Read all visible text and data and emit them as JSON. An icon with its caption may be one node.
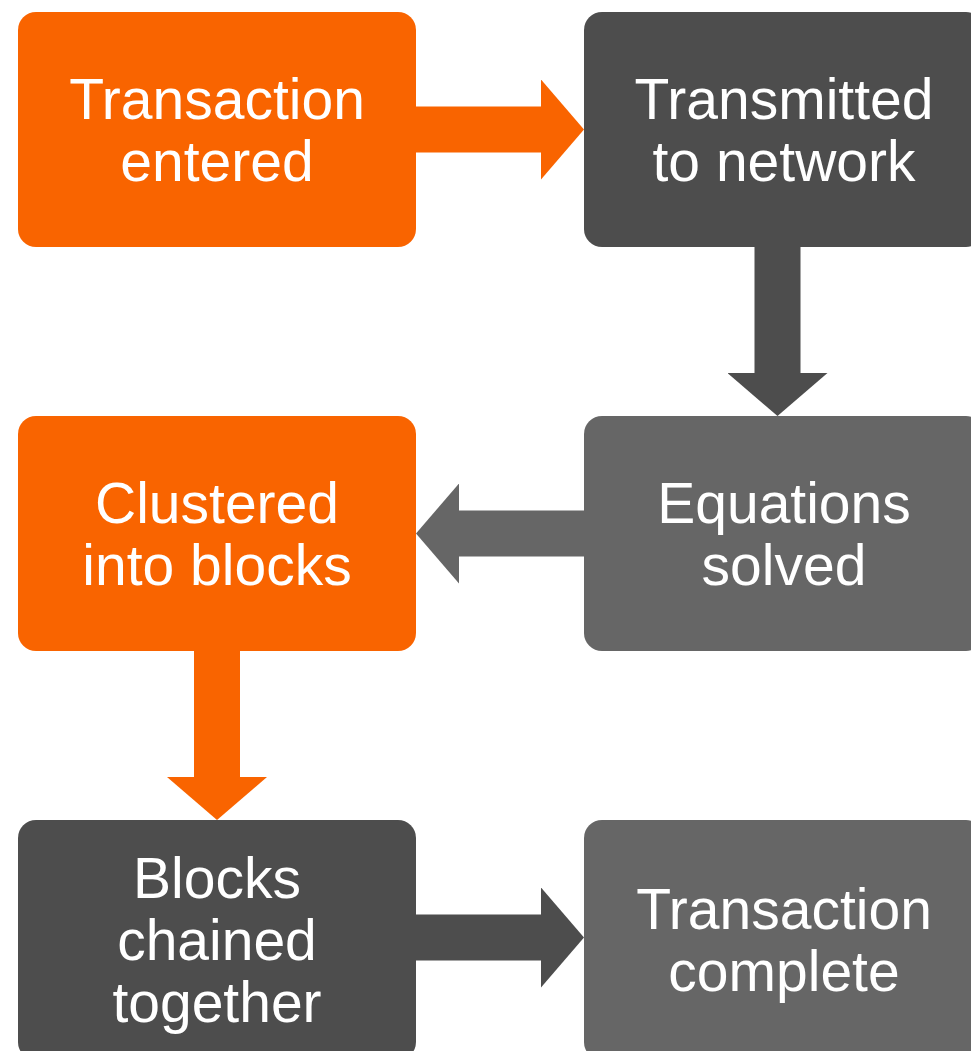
{
  "diagram": {
    "nodes": [
      {
        "text": [
          "Transaction entered"
        ]
      },
      {
        "text": [
          "Transmitted to network"
        ]
      },
      {
        "text": [
          "Equations solved"
        ]
      },
      {
        "text": [
          "Clustered into blocks"
        ]
      },
      {
        "text": [
          "Blocks chained together"
        ]
      },
      {
        "text": [
          "Transaction complete"
        ]
      }
    ],
    "edges": [
      {
        "from": 0,
        "to": 1,
        "arrow": "to",
        "color": "#f96400"
      },
      {
        "from": 1,
        "to": 2,
        "arrow": "to",
        "color": "#4d4d4d"
      },
      {
        "from": 2,
        "to": 3,
        "arrow": "to",
        "color": "#666666"
      },
      {
        "from": 3,
        "to": 4,
        "arrow": "to",
        "color": "#f96400"
      },
      {
        "from": 4,
        "to": 5,
        "arrow": "to",
        "color": "#4d4d4d"
      }
    ]
  }
}
